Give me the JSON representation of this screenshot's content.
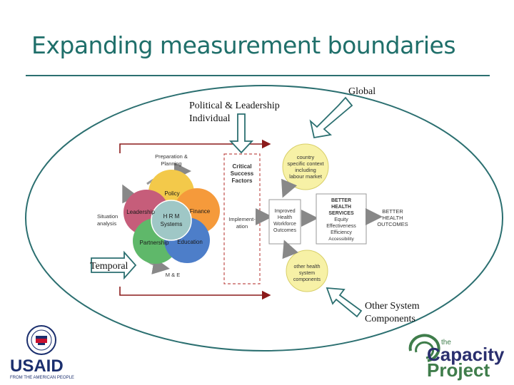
{
  "slide": {
    "title": "Expanding measurement boundaries",
    "callouts": {
      "political_line1": "Political & Leadership",
      "political_line2": "Individual",
      "global": "Global",
      "temporal": "Temporal",
      "other_line1": "Other System",
      "other_line2": "Components"
    }
  },
  "diagram": {
    "preparation": [
      "Preparation &",
      "Planning"
    ],
    "situation": [
      "Situation",
      "analysis"
    ],
    "petals": {
      "policy": "Policy",
      "leadership": "Leadership",
      "finance": "Finance",
      "partnership": "Partnership",
      "education": "Education",
      "center": [
        "H R M",
        "Systems"
      ]
    },
    "me": "M & E",
    "csf": [
      "Critical",
      "Success",
      "Factors"
    ],
    "implementation": [
      "Implement-",
      "ation"
    ],
    "country_context": [
      "country",
      "specific context",
      "including",
      "labour market"
    ],
    "improved": [
      "Improved",
      "Health",
      "Workforce",
      "Outcomes"
    ],
    "better_services": [
      "BETTER",
      "HEALTH",
      "SERVICES",
      "Equity",
      "Effectiveness",
      "Efficiency",
      "Accessibility"
    ],
    "better_outcomes": [
      "BETTER",
      "HEALTH",
      "OUTCOMES"
    ],
    "other_components": [
      "other health",
      "system",
      "components"
    ]
  },
  "logos": {
    "usaid": {
      "name": "USAID",
      "tagline": "FROM THE AMERICAN PEOPLE",
      "colors": {
        "blue": "#1b2f6e",
        "red": "#c8102e"
      }
    },
    "capacity": {
      "small": "the",
      "line1": "Capacity",
      "line2": "Project",
      "colors": {
        "navy": "#2a2f6e",
        "green": "#3f7d4b"
      }
    }
  },
  "colors": {
    "title": "#1f6f6a",
    "accent": "#2b6f70",
    "arrow_red": "#8b1a1a",
    "policy": "#f3c94a",
    "leadership": "#c65d7a",
    "finance": "#f59a3b",
    "partnership": "#5fb86a",
    "education": "#4d7ec9",
    "center": "#9fc7c6",
    "yellow_circle": "#f7f1a6"
  }
}
